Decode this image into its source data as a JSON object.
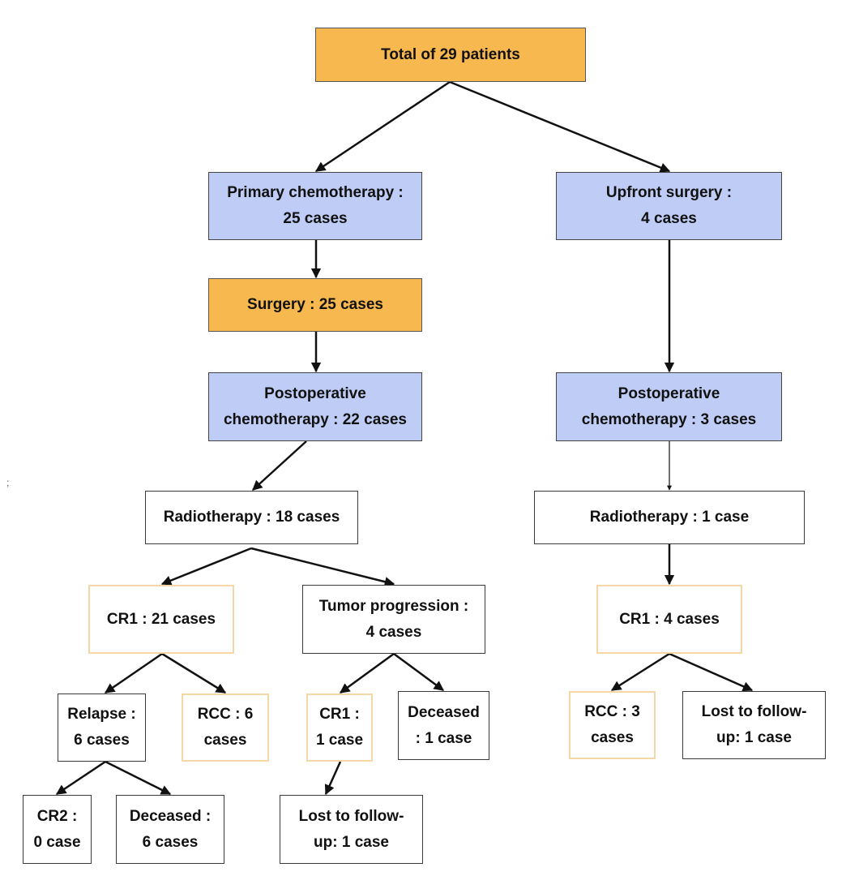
{
  "nodes": {
    "total": "Total of 29 patients",
    "primary_chemo": {
      "line1": "Primary chemotherapy :",
      "line2": "25 cases"
    },
    "upfront_surgery": {
      "line1": "Upfront surgery :",
      "line2": "4 cases"
    },
    "surgery": "Surgery : 25 cases",
    "postop_left": {
      "line1": "Postoperative",
      "line2": "chemotherapy : 22 cases"
    },
    "postop_right": {
      "line1": "Postoperative",
      "line2": "chemotherapy : 3 cases"
    },
    "radio_left": "Radiotherapy : 18 cases",
    "radio_right": "Radiotherapy : 1 case",
    "cr1_left": "CR1 : 21 cases",
    "tumor_progression": {
      "line1": "Tumor progression :",
      "line2": "4 cases"
    },
    "cr1_right": "CR1 : 4 cases",
    "relapse": {
      "line1": "Relapse :",
      "line2": "6 cases"
    },
    "rcc_left": {
      "line1": "RCC : 6",
      "line2": "cases"
    },
    "cr1_small": {
      "line1": "CR1 :",
      "line2": "1 case"
    },
    "deceased_one": {
      "line1": "Deceased",
      "line2": ": 1 case"
    },
    "rcc_right": {
      "line1": "RCC : 3",
      "line2": "cases"
    },
    "lost_right": {
      "line1": "Lost to follow-",
      "line2": "up: 1 case"
    },
    "cr2": {
      "line1": "CR2 :",
      "line2": "0 case"
    },
    "deceased_six": {
      "line1": "Deceased :",
      "line2": "6 cases"
    },
    "lost_mid": {
      "line1": "Lost to follow-",
      "line2": "up: 1 case"
    }
  },
  "stray_mark": ";",
  "colors": {
    "orange_fill": "#f7b84f",
    "blue_fill": "#bfcdf6",
    "peach_border": "#f5d7a6",
    "arrow": "#111111"
  }
}
